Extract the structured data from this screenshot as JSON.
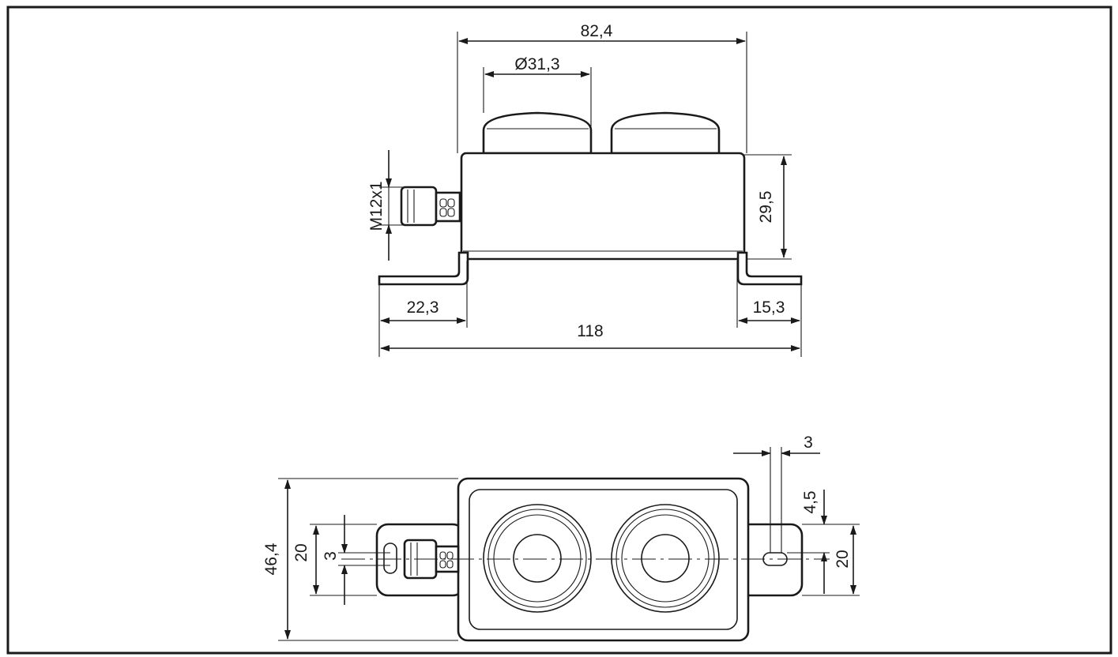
{
  "drawing": {
    "top_view": {
      "overall_width": "82,4",
      "dome_diameter": "Ø31,3",
      "connector_thread": "M12x1",
      "body_height": "29,5",
      "left_flange": "22,3",
      "right_flange": "15,3",
      "total_length": "118"
    },
    "bottom_view": {
      "overall_height": "46,4",
      "flange_width_left": "20",
      "slot_width_left": "3",
      "slot_width_top": "3",
      "slot_offset": "4,5",
      "flange_width_right": "20"
    }
  }
}
